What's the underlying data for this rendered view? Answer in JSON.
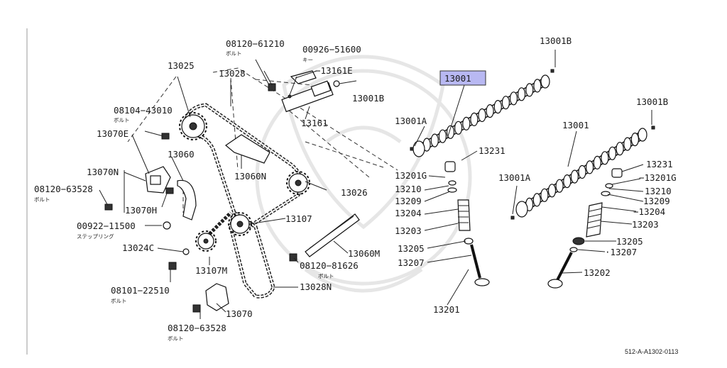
{
  "diagram": {
    "highlight_color": "#b8b8f2",
    "footer_code": "512-A-A1302-0113",
    "labels": {
      "p13025": "13025",
      "p13028": "13028",
      "p08120_61210": "08120−61210",
      "p08120_61210_sub": "ボルト",
      "p00926_51600": "00926−51600",
      "p00926_51600_sub": "キー",
      "p13161e": "−13161E",
      "p13001b_top": "13001B",
      "p13001_hl": "13001",
      "p13001b_mid": "13001B",
      "p13001b_right": "13001B",
      "p08104_43010": "08104−43010",
      "p08104_43010_sub": "ボルト",
      "p13161": "13161",
      "p13001a_top": "13001A",
      "p13001_right": "13001",
      "p13070e": "13070E",
      "p13060": "13060",
      "p13231_mid": "13231",
      "p13231_right": "13231",
      "p13070n": "13070N",
      "p13060n": "13060N",
      "p13201g_mid": "13201G",
      "p13001a_mid": "13001A",
      "p13201g_right": "−13201G",
      "p08120_63528_top": "08120−63528",
      "p08120_63528_top_sub": "ボルト",
      "p13026": "13026",
      "p13210_mid": "13210",
      "p13210_right": "13210",
      "p13070h": "13070H",
      "p13209_mid": "13209",
      "p13209_right": "13209",
      "p13204_mid": "13204",
      "p13204_right": "−13204",
      "p13107": "13107",
      "p00922_11500": "00922−11500",
      "p00922_11500_sub": "ステップリング",
      "p13203_mid": "13203",
      "p13203_right": "13203",
      "p13024c": "13024C",
      "p13060m": "13060M",
      "p13205_mid": "13205",
      "p13205_right": "13205",
      "p13107m": "13107M",
      "p08120_81626": "08120−81626",
      "p08120_81626_sub": "ボルト",
      "p13207_mid": "13207",
      "p13207_right": "·13207",
      "p13202": "13202",
      "p08101_22510": "08101−22510",
      "p08101_22510_sub": "ボルト",
      "p13028n": "13028N",
      "p13201": "13201",
      "p13070": "13070",
      "p08120_63528_bot": "08120−63528",
      "p08120_63528_bot_sub": "ボルト"
    }
  }
}
